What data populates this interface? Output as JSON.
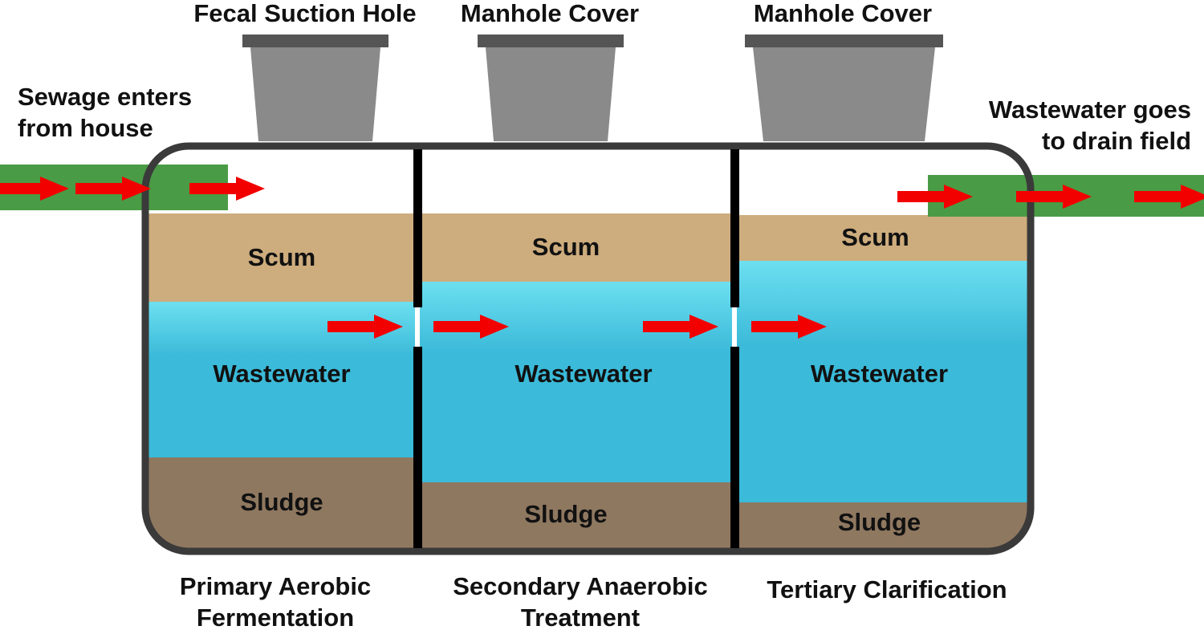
{
  "top_labels": {
    "fecal_suction_hole": "Fecal Suction Hole",
    "manhole_cover_1": "Manhole Cover",
    "manhole_cover_2": "Manhole Cover"
  },
  "inlet": {
    "label_line1": "Sewage enters",
    "label_line2": "from house"
  },
  "outlet": {
    "label_line1": "Wastewater goes",
    "label_line2": "to drain field"
  },
  "chambers": [
    {
      "scum": "Scum",
      "water": "Wastewater",
      "sludge": "Sludge",
      "caption_line1": "Primary Aerobic",
      "caption_line2": "Fermentation"
    },
    {
      "scum": "Scum",
      "water": "Wastewater",
      "sludge": "Sludge",
      "caption_line1": "Secondary Anaerobic",
      "caption_line2": "Treatment"
    },
    {
      "scum": "Scum",
      "water": "Wastewater",
      "sludge": "Sludge",
      "caption_line1": "Tertiary Clarification",
      "caption_line2": ""
    }
  ],
  "colors": {
    "pipe": "#4a9b45",
    "arrow": "#f20000",
    "scum": "#cdac7d",
    "water_top": "#6ddff0",
    "water": "#3bbad9",
    "sludge": "#8f7860",
    "tank_outline": "#3a3a3a",
    "cover": "#8a8a8a",
    "cover_rim": "#555555"
  }
}
